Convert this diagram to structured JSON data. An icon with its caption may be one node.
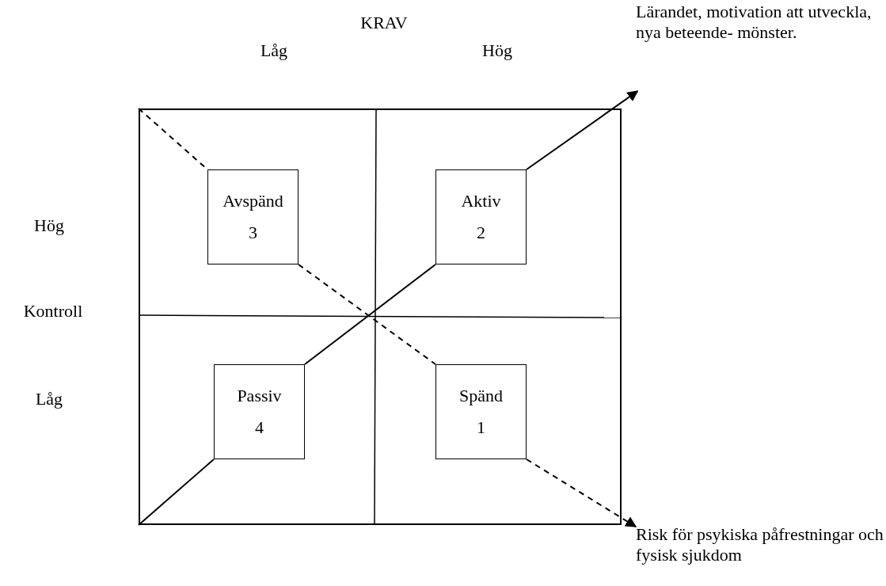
{
  "diagram": {
    "nodes": [
      {
        "text": [],
        "shape": "box"
      },
      {
        "text": [
          "Avspänd",
          "3"
        ],
        "in": 0
      },
      {
        "text": [
          "Aktiv",
          "2"
        ],
        "in": 0
      },
      {
        "text": [
          "Passiv",
          "4"
        ],
        "in": 0
      },
      {
        "text": [
          "Spänd",
          "1"
        ],
        "in": 0
      },
      {
        "text": [
          "Lärandet, motivation att utveckla, nya beteende- mönster."
        ]
      },
      {
        "text": [
          "Risk för psykiska påfrestningar och fysisk sjukdom"
        ]
      }
    ],
    "edges": [
      {
        "from": 0,
        "to": 3,
        "arrow": "none"
      },
      {
        "from": 3,
        "to": 2,
        "arrow": "none"
      },
      {
        "from": 2,
        "to": 5,
        "arrow": "to"
      },
      {
        "from": 0,
        "to": 1,
        "arrow": "none",
        "style": "dashed"
      },
      {
        "from": 1,
        "to": 4,
        "arrow": "none",
        "style": "dashed"
      },
      {
        "from": 4,
        "to": 6,
        "arrow": "to",
        "style": "dashed"
      }
    ],
    "labels": [
      "KRAV",
      "Låg",
      "Hög",
      "Hög",
      "Kontroll",
      "Låg"
    ]
  }
}
